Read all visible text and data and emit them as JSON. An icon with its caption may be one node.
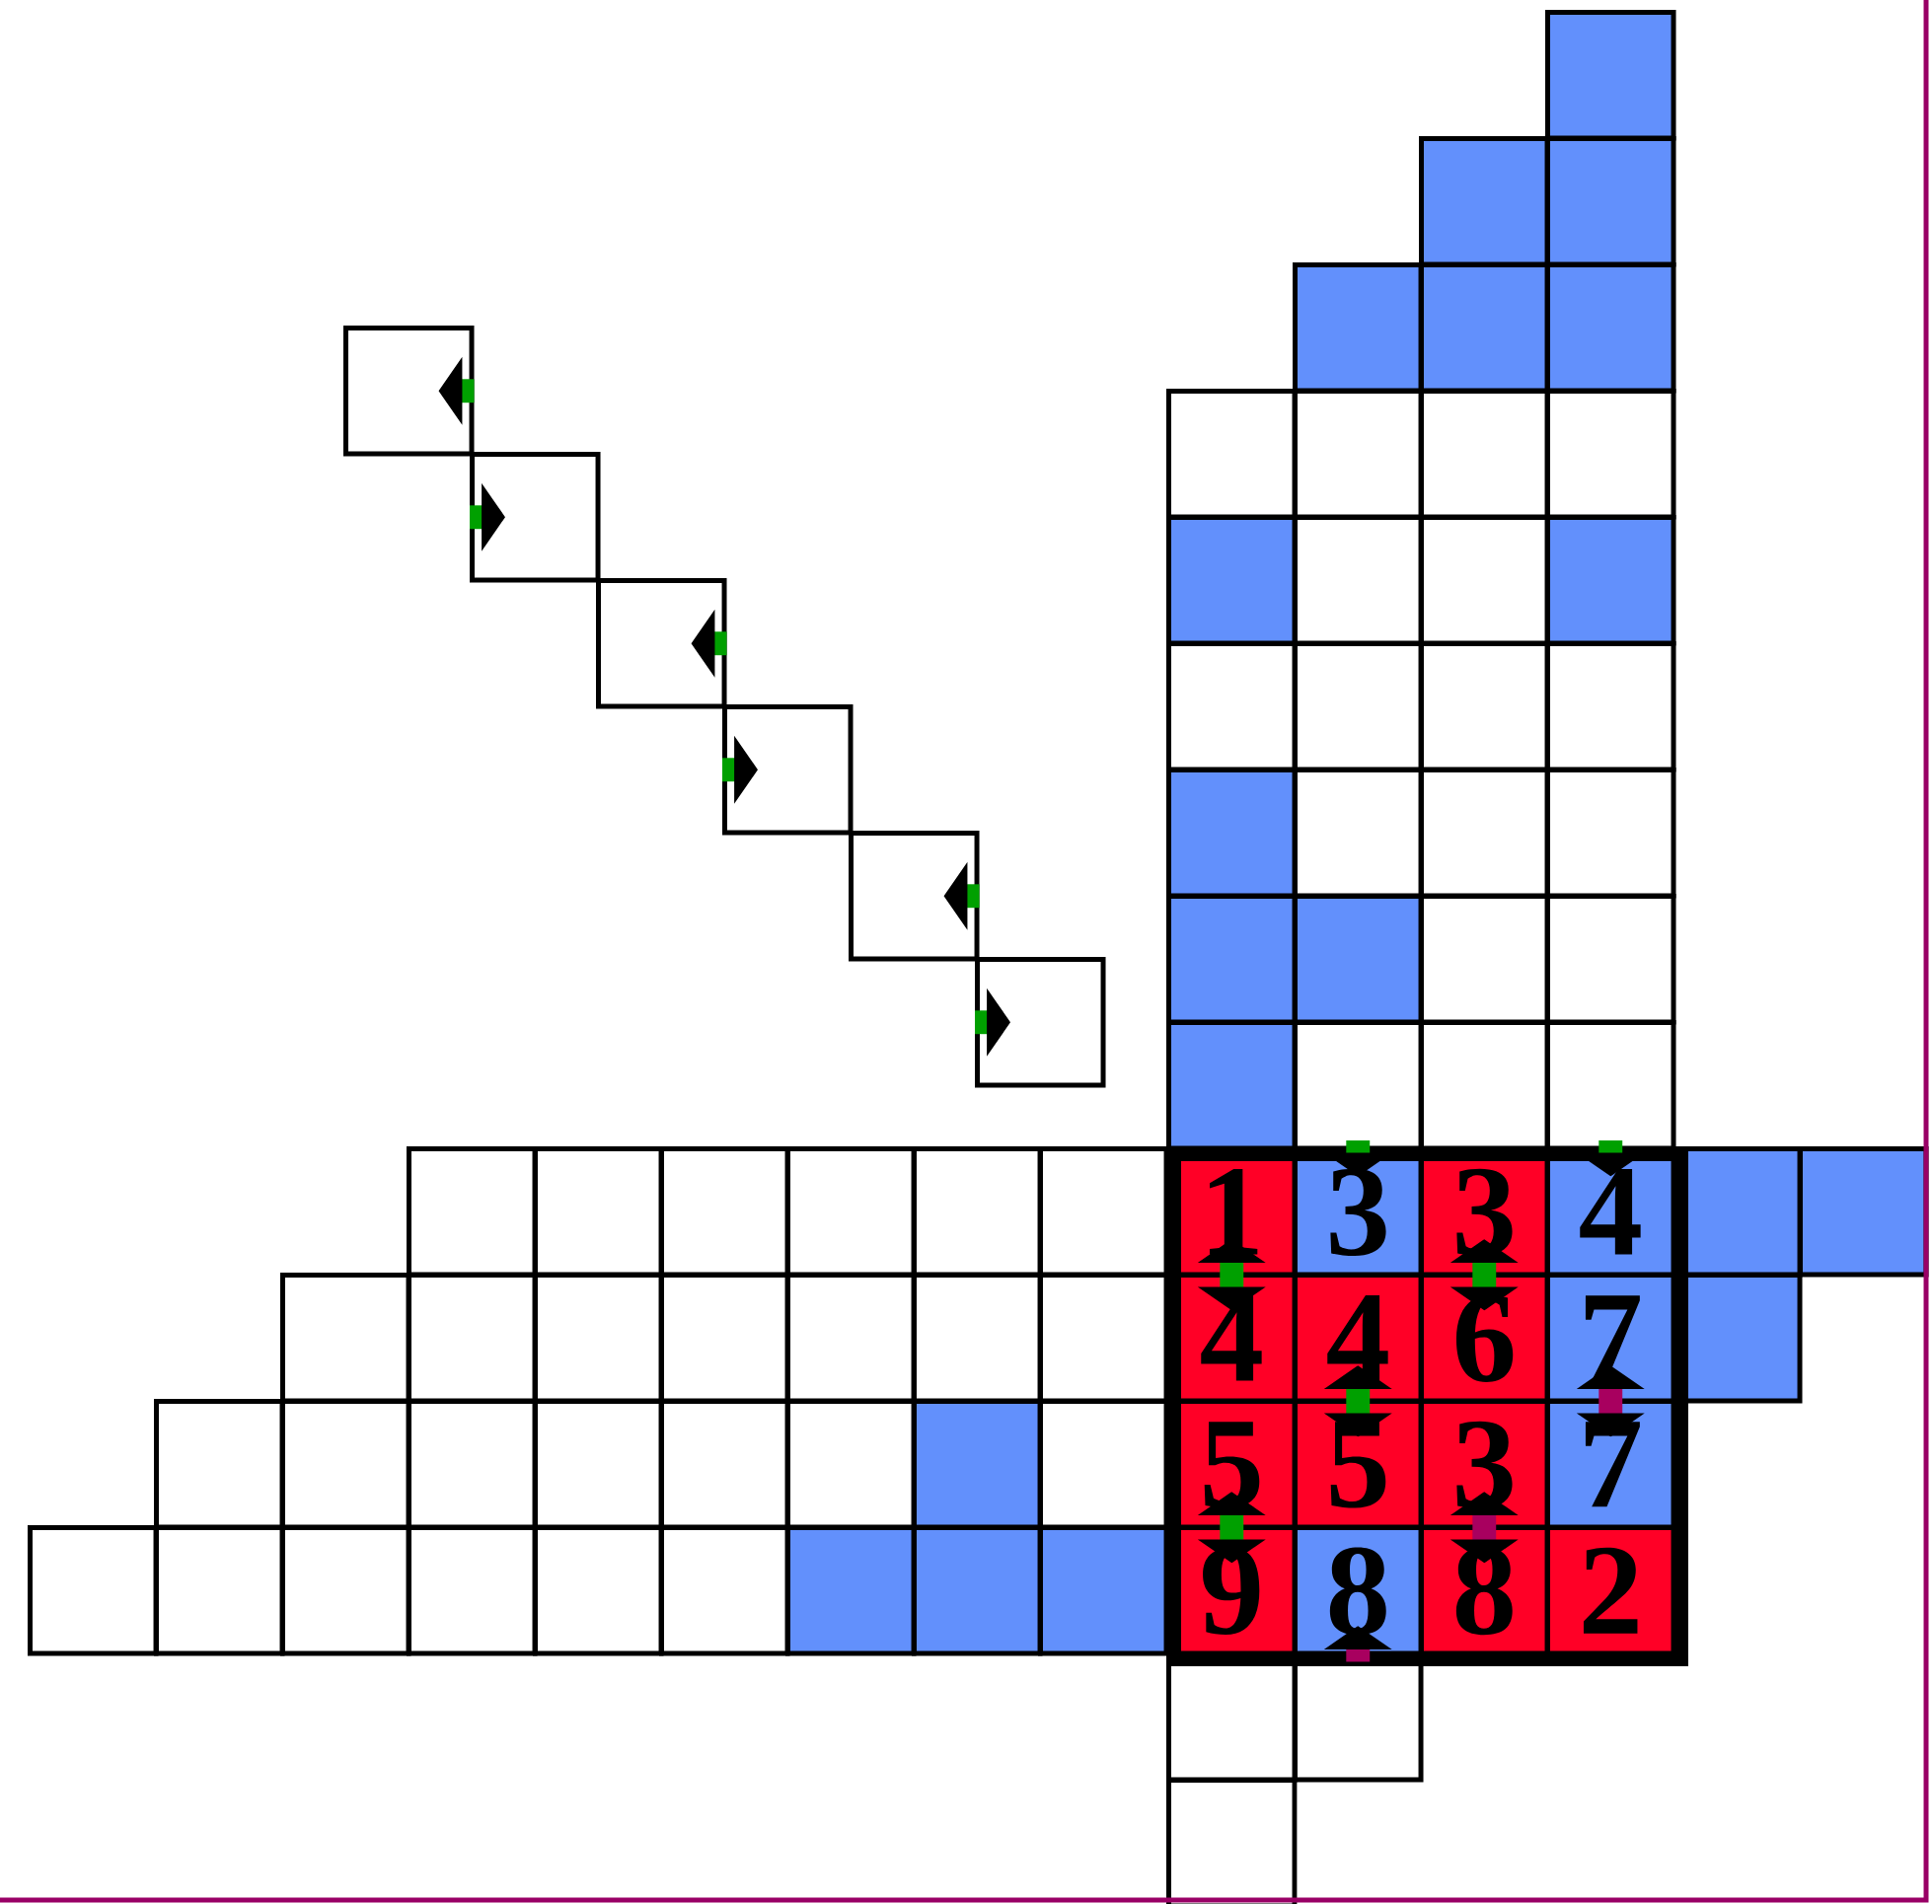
{
  "diagram": {
    "nodes": [
      {
        "text": [],
        "shape": "box"
      },
      {
        "text": [],
        "shape": "box"
      },
      {
        "text": [],
        "shape": "box"
      },
      {
        "text": [],
        "shape": "box"
      },
      {
        "text": [],
        "shape": "box"
      },
      {
        "text": [],
        "shape": "box"
      },
      {
        "text": [],
        "shape": "box"
      },
      {
        "text": [],
        "shape": "box"
      },
      {
        "text": [],
        "shape": "box"
      },
      {
        "text": [],
        "shape": "box"
      },
      {
        "text": [],
        "shape": "box"
      },
      {
        "text": [],
        "shape": "box"
      },
      {
        "text": [],
        "shape": "box"
      },
      {
        "text": [],
        "shape": "box"
      },
      {
        "text": [],
        "shape": "box"
      },
      {
        "text": [],
        "shape": "box"
      },
      {
        "text": [],
        "shape": "box"
      },
      {
        "text": [],
        "shape": "box"
      },
      {
        "text": [],
        "shape": "box"
      },
      {
        "text": [],
        "shape": "box"
      },
      {
        "text": [],
        "shape": "box"
      },
      {
        "text": [],
        "shape": "box"
      },
      {
        "text": [],
        "shape": "box"
      },
      {
        "text": [],
        "shape": "box"
      },
      {
        "text": [],
        "shape": "box"
      },
      {
        "text": [],
        "shape": "box"
      },
      {
        "text": [],
        "shape": "box"
      },
      {
        "text": [],
        "shape": "box"
      },
      {
        "text": [],
        "shape": "box"
      },
      {
        "text": [],
        "shape": "box"
      },
      {
        "text": [],
        "shape": "box"
      },
      {
        "text": [],
        "shape": "box"
      },
      {
        "text": [],
        "shape": "box"
      },
      {
        "text": [],
        "shape": "box"
      },
      {
        "text": [],
        "shape": "box"
      },
      {
        "text": [],
        "shape": "box"
      },
      {
        "text": [],
        "shape": "box"
      },
      {
        "text": [],
        "shape": "box"
      },
      {
        "text": [],
        "shape": "box"
      },
      {
        "text": [],
        "shape": "box"
      },
      {
        "text": [],
        "shape": "box"
      },
      {
        "text": [],
        "shape": "box"
      },
      {
        "text": [],
        "shape": "box"
      },
      {
        "text": [],
        "shape": "box"
      },
      {
        "text": [],
        "shape": "box"
      },
      {
        "text": [],
        "shape": "box"
      },
      {
        "text": [],
        "shape": "box"
      },
      {
        "text": [],
        "shape": "box"
      },
      {
        "text": [],
        "shape": "box"
      },
      {
        "text": [],
        "shape": "box"
      },
      {
        "text": [],
        "shape": "box"
      },
      {
        "text": [],
        "shape": "box"
      },
      {
        "text": [],
        "shape": "box"
      },
      {
        "text": [],
        "shape": "box"
      },
      {
        "text": [],
        "shape": "box"
      },
      {
        "text": [],
        "shape": "box"
      },
      {
        "text": [],
        "shape": "box"
      },
      {
        "text": [],
        "shape": "box"
      },
      {
        "text": [],
        "shape": "box"
      },
      {
        "text": [],
        "shape": "box"
      },
      {
        "text": [],
        "shape": "box"
      },
      {
        "text": [],
        "shape": "box"
      },
      {
        "text": [],
        "shape": "box"
      },
      {
        "text": [],
        "shape": "box"
      },
      {
        "text": [],
        "shape": "box"
      },
      {
        "text": [],
        "shape": "box"
      },
      {
        "text": [
          "1"
        ]
      },
      {
        "text": [
          "3"
        ]
      },
      {
        "text": [
          "3"
        ]
      },
      {
        "text": [
          "4"
        ]
      },
      {
        "text": [
          "4"
        ]
      },
      {
        "text": [
          "4"
        ]
      },
      {
        "text": [
          "6"
        ]
      },
      {
        "text": [
          "7"
        ]
      },
      {
        "text": [
          "5"
        ]
      },
      {
        "text": [
          "5"
        ]
      },
      {
        "text": [
          "3"
        ]
      },
      {
        "text": [
          "7"
        ]
      },
      {
        "text": [
          "9"
        ]
      },
      {
        "text": [
          "8"
        ]
      },
      {
        "text": [
          "8"
        ]
      },
      {
        "text": [
          "2"
        ]
      },
      {
        "text": [],
        "shape": "box"
      },
      {
        "text": [],
        "shape": "box"
      },
      {
        "text": [],
        "shape": "box"
      },
      {
        "text": [],
        "shape": "box"
      },
      {
        "text": [],
        "shape": "box"
      },
      {
        "text": [],
        "shape": "box"
      }
    ],
    "edges": [
      {
        "from": 30,
        "to": null,
        "arrow": "to"
      },
      {
        "from": 31,
        "to": null,
        "arrow": "to"
      },
      {
        "from": 32,
        "to": null,
        "arrow": "to"
      },
      {
        "from": 33,
        "to": null,
        "arrow": "to"
      },
      {
        "from": 34,
        "to": null,
        "arrow": "to"
      },
      {
        "from": 35,
        "to": null,
        "arrow": "to"
      },
      {
        "from": 27,
        "to": 67,
        "arrow": "to"
      },
      {
        "from": 29,
        "to": 69,
        "arrow": "to"
      },
      {
        "from": 66,
        "to": 70,
        "arrow": "both"
      },
      {
        "from": 68,
        "to": 72,
        "arrow": "both"
      },
      {
        "from": 71,
        "to": 75,
        "arrow": "both"
      },
      {
        "from": 73,
        "to": 77,
        "arrow": "both",
        "color": "#a8005f"
      },
      {
        "from": 74,
        "to": 78,
        "arrow": "both"
      },
      {
        "from": 76,
        "to": 80,
        "arrow": "both",
        "color": "#a8005f"
      },
      {
        "from": 86,
        "to": 79,
        "arrow": "to",
        "color": "#a8005f"
      }
    ]
  }
}
